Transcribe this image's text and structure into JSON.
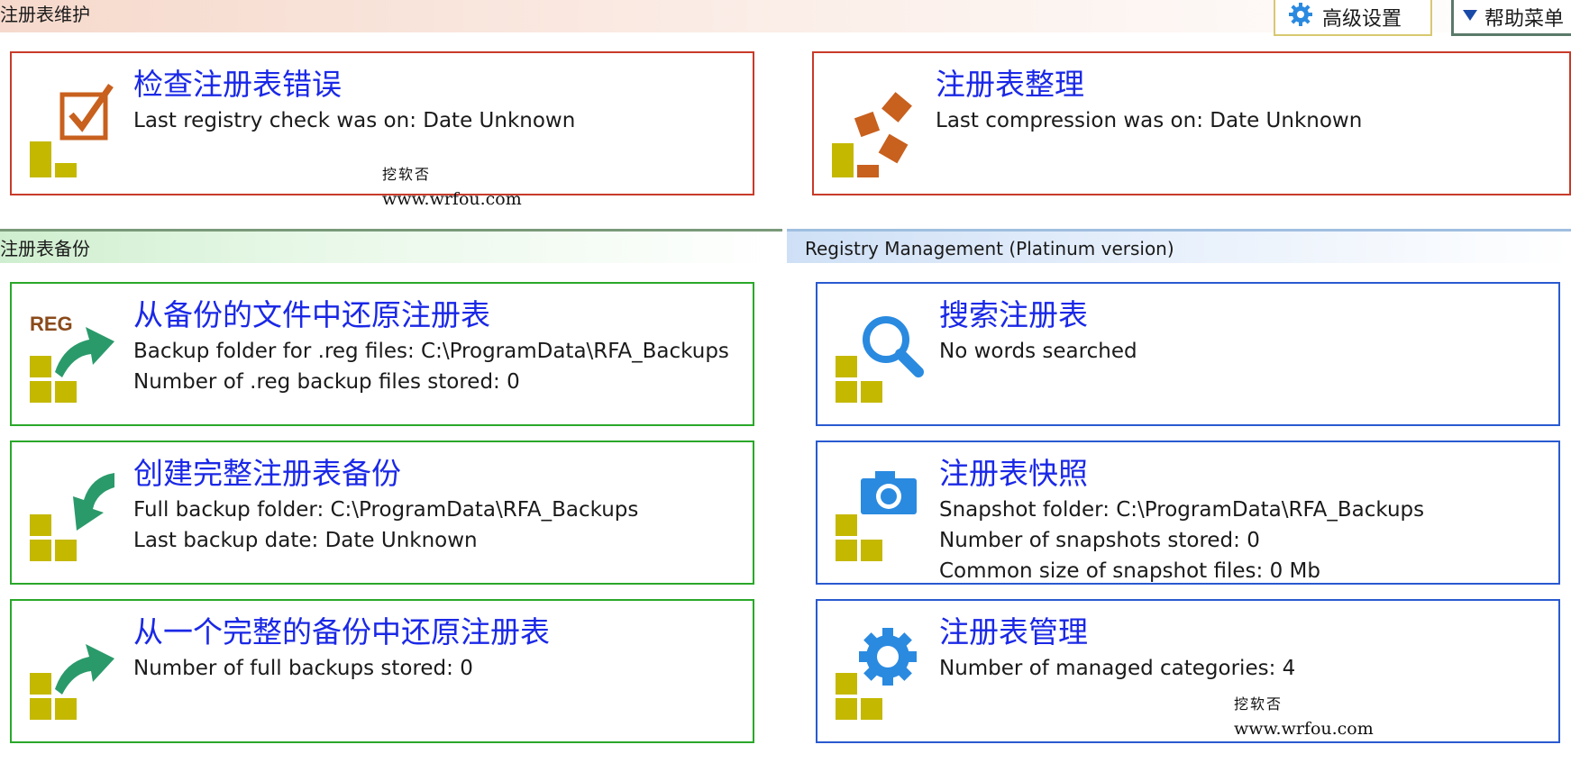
{
  "sections": {
    "maintenance": "注册表维护",
    "backup": "注册表备份",
    "management": "Registry Management (Platinum version)"
  },
  "top_buttons": {
    "advanced": "高级设置",
    "help": "帮助菜单"
  },
  "cards": {
    "check": {
      "title": "检查注册表错误",
      "lines": [
        "Last registry check was on: Date Unknown"
      ]
    },
    "compress": {
      "title": "注册表整理",
      "lines": [
        "Last compression was on: Date Unknown"
      ]
    },
    "restore_file": {
      "title": "从备份的文件中还原注册表",
      "lines": [
        "Backup folder for .reg files: C:\\ProgramData\\RFA_Backups",
        "Number of .reg backup files stored: 0"
      ]
    },
    "full_backup": {
      "title": "创建完整注册表备份",
      "lines": [
        "Full backup folder: C:\\ProgramData\\RFA_Backups",
        "Last backup date: Date Unknown"
      ]
    },
    "restore_full": {
      "title": "从一个完整的备份中还原注册表",
      "lines": [
        "Number of full backups stored: 0"
      ]
    },
    "search": {
      "title": "搜索注册表",
      "lines": [
        "No words searched"
      ]
    },
    "snapshot": {
      "title": "注册表快照",
      "lines": [
        "Snapshot folder: C:\\ProgramData\\RFA_Backups",
        "Number of snapshots stored: 0",
        "Common size of snapshot files: 0 Mb"
      ]
    },
    "manage": {
      "title": "注册表管理",
      "lines": [
        "Number of managed categories: 4"
      ]
    }
  },
  "icons": {
    "check": "checkbox-icon",
    "compress": "compress-icon",
    "restore_file": "reg-restore-icon",
    "full_backup": "backup-icon",
    "restore_full": "restore-icon",
    "search": "search-icon",
    "snapshot": "camera-icon",
    "manage": "gear-icon"
  },
  "watermarks": [
    {
      "line1": "挖软否",
      "line2": "www.wrfou.com"
    },
    {
      "line1": "挖软否",
      "line2": "www.wrfou.com"
    }
  ],
  "colors": {
    "title_blue": "#1a28e6",
    "red_border": "#c83a2a",
    "green_border": "#2aa82a",
    "blue_border": "#2a5ad0",
    "tile_yellow": "#c4b800",
    "orange": "#c8601e",
    "arrow_green": "#2a9a6a",
    "icon_blue": "#2a8ae0"
  }
}
